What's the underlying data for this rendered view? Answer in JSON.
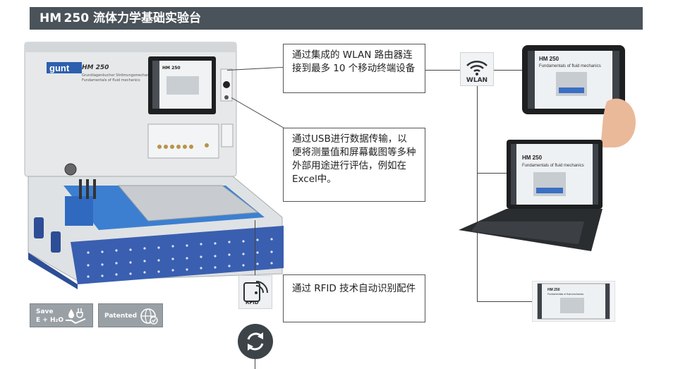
{
  "header": {
    "title": "HM 250 流体力学基础实验台"
  },
  "callouts": {
    "wlan": "通过集成的 WLAN 路由器连接到最多 10 个移动终端设备",
    "usb": "通过USB进行数据传输，以便将测量值和屏幕截图等多种外部用途进行评估，例如在Excel中。",
    "rfid": "通过 RFID 技术自动识别配件"
  },
  "device": {
    "brand": "gunt",
    "model": "HM 250",
    "subtitle_de": "Grundlagenbucher Strömungsmechanik",
    "subtitle_en": "Fundamentals of fluid mechanics"
  },
  "screens": {
    "app_model": "HM 250",
    "app_subtitle": "Fundamentals of fluid mechanics"
  },
  "badges": {
    "save_line1": "Save",
    "save_line2": "E + H₂O",
    "patented": "Patented"
  },
  "icons": {
    "wlan_label": "WLAN",
    "rfid_label": "RFID"
  },
  "colors": {
    "header_bg": "#4a535a",
    "device_blue": "#3a5fb0",
    "tray_blue": "#3c7fd0",
    "badge_bg": "#9aa1a6"
  }
}
